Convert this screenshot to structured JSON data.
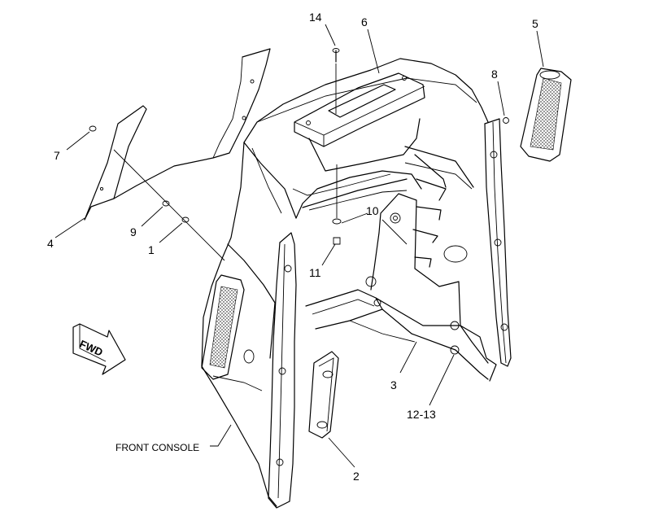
{
  "callouts": {
    "c1": "1",
    "c2": "2",
    "c3": "3",
    "c4": "4",
    "c5": "5",
    "c6": "6",
    "c7": "7",
    "c8": "8",
    "c9": "9",
    "c10": "10",
    "c11": "11",
    "c12_13": "12-13",
    "c14": "14"
  },
  "labels": {
    "front_console": "FRONT CONSOLE",
    "fwd": "FWD"
  }
}
